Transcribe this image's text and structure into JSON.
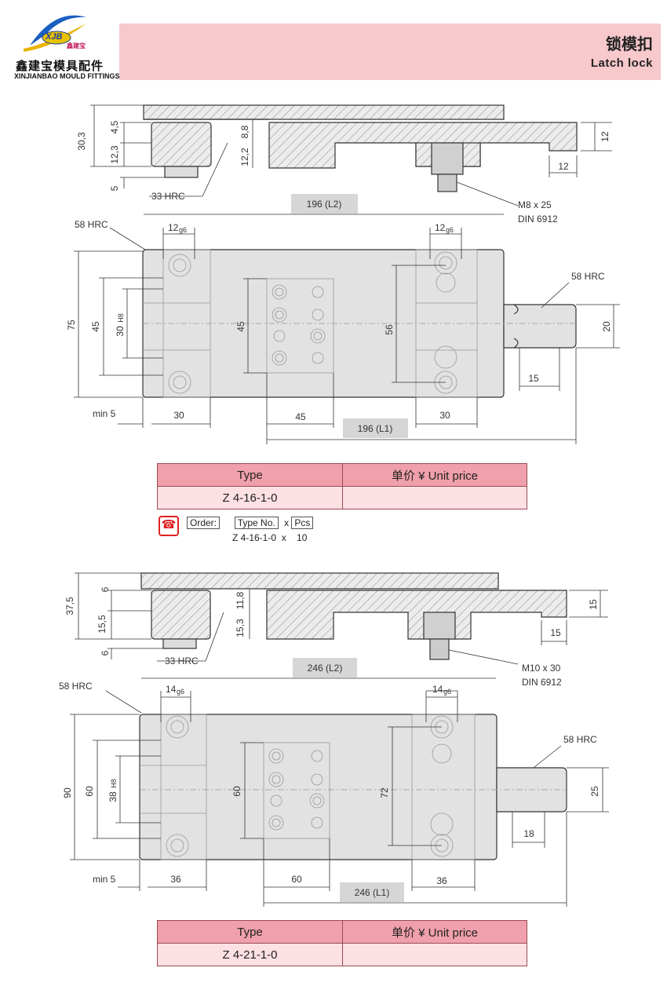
{
  "header": {
    "logo_cn": "鑫建宝模具配件",
    "logo_en": "XINJIANBAO MOULD FITTINGS",
    "logo_mark": "XJB",
    "logo_badge": "鑫建宝",
    "title_cn": "锁模扣",
    "title_en": "Latch lock",
    "banner_color": "#f7c8cc"
  },
  "drawing1": {
    "dims": {
      "d30_3": "30,3",
      "d4_5": "4,5",
      "d12_3": "12,3",
      "d5": "5",
      "d8_8": "8,8",
      "d12_2": "12,2",
      "d12_right": "12",
      "d12_bottom": "12",
      "hrc33": "33 HRC",
      "bolt": "M8 x 25",
      "din": "DIN 6912",
      "l2": "196 (L2)",
      "hrc58_left": "58 HRC",
      "hrc58_right": "58 HRC",
      "g6_left": "12",
      "g6_right": "12",
      "g6_sub": "g6",
      "d75": "75",
      "d45": "45",
      "d30h8": "30",
      "h8": "H8",
      "d45_mid": "45",
      "d56": "56",
      "d20": "20",
      "d15": "15",
      "min5": "min 5",
      "d30_left": "30",
      "d45_bottom": "45",
      "d30_right": "30",
      "l1": "196 (L1)"
    },
    "table": {
      "type_header": "Type",
      "price_header": "单价 ¥ Unit price",
      "type_value": "Z 4-16-1-0",
      "price_value": ""
    },
    "order": {
      "label": "Order:",
      "type_no": "Type No.",
      "x1": "x",
      "pcs": "Pcs",
      "example_type": "Z 4-16-1-0",
      "x2": "x",
      "example_qty": "10"
    }
  },
  "drawing2": {
    "dims": {
      "d37_5": "37,5",
      "d6_top": "6",
      "d15_5": "15,5",
      "d6_bottom": "6",
      "d11_8": "11,8",
      "d15_3": "15,3",
      "d15_right": "15",
      "d15_bottom": "15",
      "hrc33": "33 HRC",
      "bolt": "M10 x 30",
      "din": "DIN 6912",
      "l2": "246 (L2)",
      "hrc58_left": "58 HRC",
      "hrc58_right": "58 HRC",
      "g6_left": "14",
      "g6_right": "14",
      "g6_sub": "g6",
      "d90": "90",
      "d60": "60",
      "d38h8": "38",
      "h8": "H8",
      "d60_mid": "60",
      "d72": "72",
      "d25": "25",
      "d18": "18",
      "min5": "min 5",
      "d36_left": "36",
      "d60_bottom": "60",
      "d36_right": "36",
      "l1": "246 (L1)"
    },
    "table": {
      "type_header": "Type",
      "price_header": "单价 ¥ Unit price",
      "type_value": "Z 4-21-1-0",
      "price_value": ""
    }
  },
  "colors": {
    "table_header": "#f0a0aa",
    "table_row": "#fde0e3",
    "part_fill": "#e2e2e2",
    "hatch": "#888888"
  }
}
